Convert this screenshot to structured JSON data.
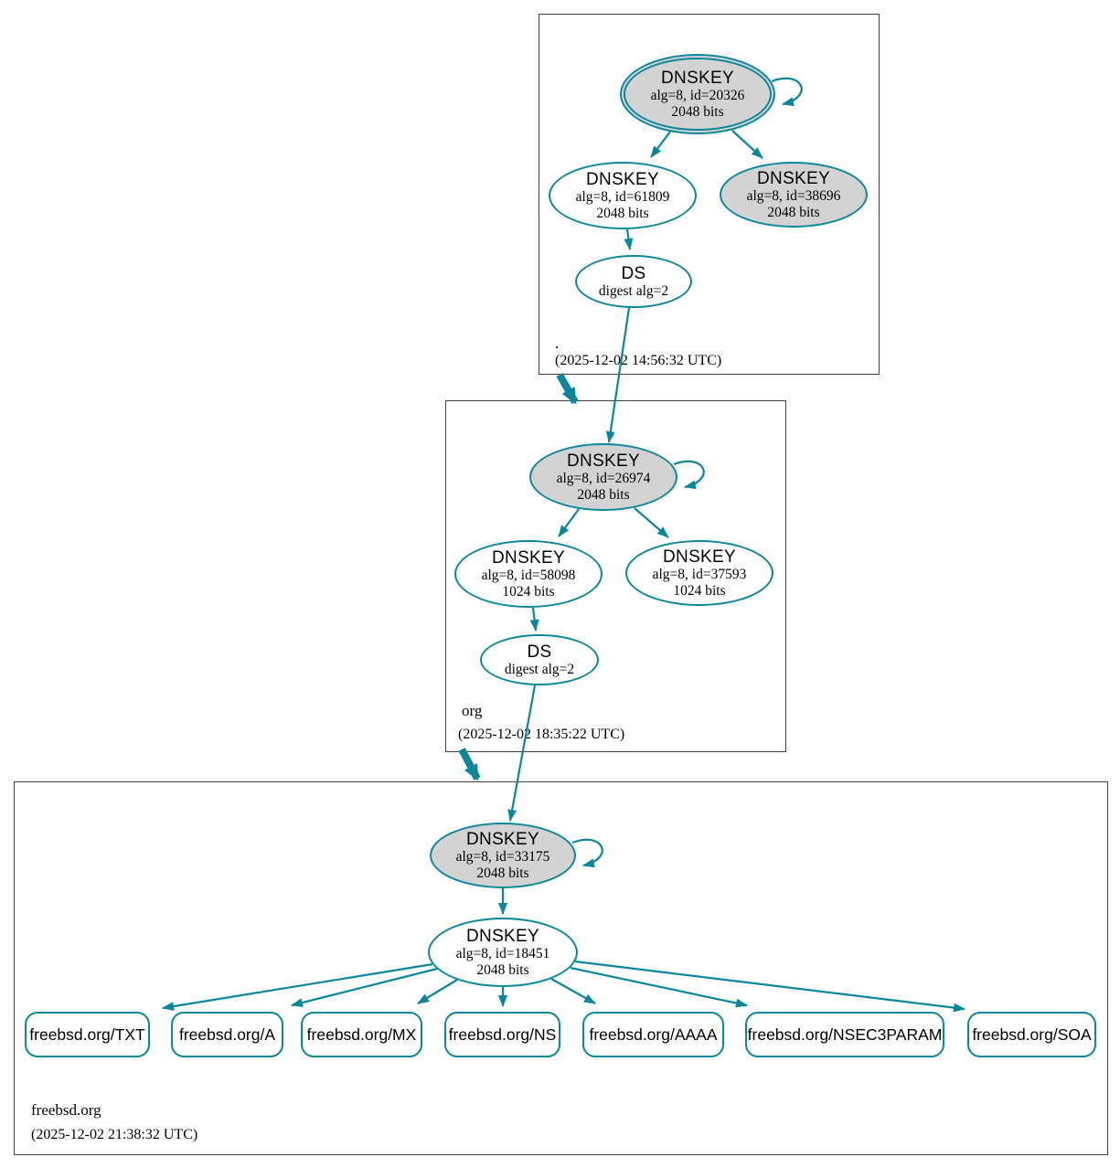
{
  "diagram": {
    "description": "DNSSEC authentication chain graph",
    "colors": {
      "edge": "#0a879a",
      "ksk_fill": "#d3d3d3",
      "node_fill": "#ffffff",
      "zone_box_border": "#404040",
      "text": "#000000"
    }
  },
  "zones": {
    "root": {
      "label": ".",
      "timestamp": "(2025-12-02 14:56:32 UTC)",
      "ksk": {
        "title": "DNSKEY",
        "alg": "alg=8, id=20326",
        "bits": "2048 bits"
      },
      "zsk": {
        "title": "DNSKEY",
        "alg": "alg=8, id=61809",
        "bits": "2048 bits"
      },
      "key2": {
        "title": "DNSKEY",
        "alg": "alg=8, id=38696",
        "bits": "2048 bits"
      },
      "ds": {
        "title": "DS",
        "digest": "digest alg=2"
      }
    },
    "org": {
      "label": "org",
      "timestamp": "(2025-12-02 18:35:22 UTC)",
      "ksk": {
        "title": "DNSKEY",
        "alg": "alg=8, id=26974",
        "bits": "2048 bits"
      },
      "zsk": {
        "title": "DNSKEY",
        "alg": "alg=8, id=58098",
        "bits": "1024 bits"
      },
      "key2": {
        "title": "DNSKEY",
        "alg": "alg=8, id=37593",
        "bits": "1024 bits"
      },
      "ds": {
        "title": "DS",
        "digest": "digest alg=2"
      }
    },
    "freebsd": {
      "label": "freebsd.org",
      "timestamp": "(2025-12-02 21:38:32 UTC)",
      "ksk": {
        "title": "DNSKEY",
        "alg": "alg=8, id=33175",
        "bits": "2048 bits"
      },
      "zsk": {
        "title": "DNSKEY",
        "alg": "alg=8, id=18451",
        "bits": "2048 bits"
      },
      "rrsets": [
        "freebsd.org/TXT",
        "freebsd.org/A",
        "freebsd.org/MX",
        "freebsd.org/NS",
        "freebsd.org/AAAA",
        "freebsd.org/NSEC3PARAM",
        "freebsd.org/SOA"
      ]
    }
  }
}
